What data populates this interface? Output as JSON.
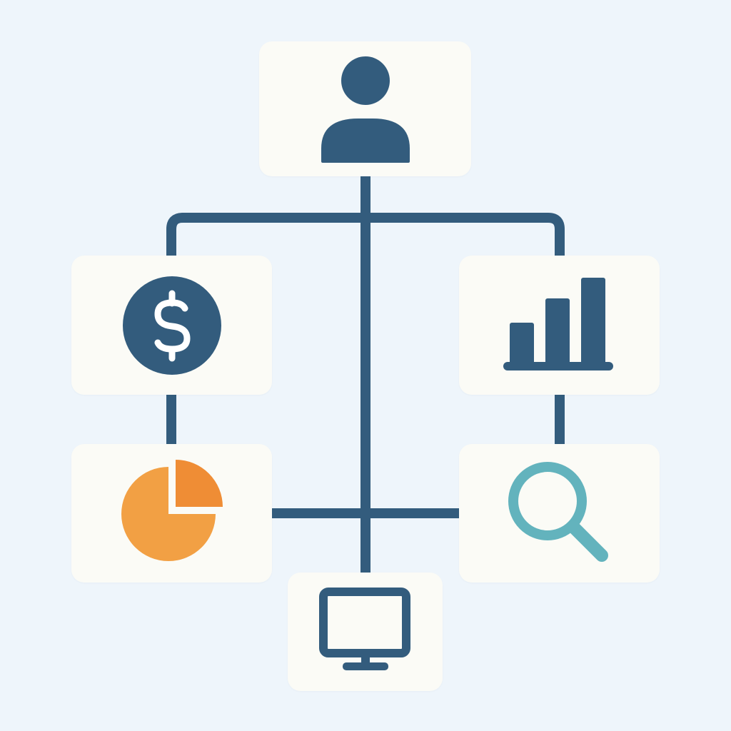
{
  "diagram": {
    "colors": {
      "background": "#eef5fb",
      "card": "#fbfbf6",
      "primary": "#335c7d",
      "orange": "#f2a044",
      "orange_dark": "#ef8d35",
      "teal": "#63b3bd"
    },
    "nodes": [
      {
        "id": "user",
        "icon": "person-icon",
        "label": ""
      },
      {
        "id": "finance",
        "icon": "dollar-icon",
        "label": "$"
      },
      {
        "id": "stats",
        "icon": "bar-chart-icon",
        "label": ""
      },
      {
        "id": "pie",
        "icon": "pie-chart-icon",
        "label": ""
      },
      {
        "id": "search",
        "icon": "magnifier-icon",
        "label": ""
      },
      {
        "id": "computer",
        "icon": "monitor-icon",
        "label": ""
      }
    ],
    "edges": [
      {
        "from": "user",
        "to": "finance"
      },
      {
        "from": "user",
        "to": "stats"
      },
      {
        "from": "user",
        "to": "computer"
      },
      {
        "from": "finance",
        "to": "pie"
      },
      {
        "from": "stats",
        "to": "search"
      },
      {
        "from": "pie",
        "to": "search"
      }
    ]
  }
}
